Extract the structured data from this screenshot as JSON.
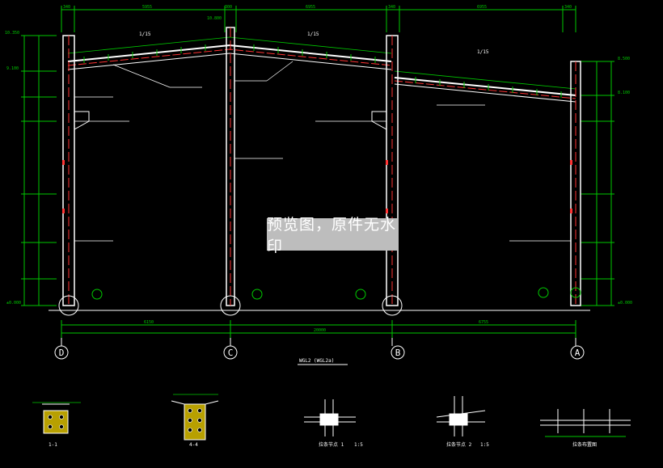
{
  "colors": {
    "background": "#000000",
    "frame": "#ffffff",
    "dimension": "#00c800",
    "axis_red": "#ff3333",
    "axis_circle": "#00cc00",
    "note": "#ffffff",
    "watermark_bg": "#bdbdbd"
  },
  "dimensions_top": [
    "340",
    "5955",
    "300",
    "6955",
    "340",
    "6955",
    "340"
  ],
  "dimensions_bottom": [
    "6150",
    "20000",
    "6755"
  ],
  "elevations": {
    "ridge": "10.800",
    "left_top": "10.350",
    "left_eave": "9.100",
    "right_top": "8.500",
    "right_eave": "8.100",
    "ground_left": "±0.000",
    "ground_right": "±0.000"
  },
  "slopes": [
    "1/15",
    "1/15",
    "1/15"
  ],
  "axes": [
    "D",
    "C",
    "B",
    "A"
  ],
  "main_title": "WGL2 (WGL2a)",
  "watermark": "预览图，原件无水印",
  "details": [
    {
      "label": "1-1"
    },
    {
      "label": "4-4"
    },
    {
      "label": "拉条节点 1",
      "scale": "1:5"
    },
    {
      "label": "拉条节点 2",
      "scale": "1:5"
    },
    {
      "label": "拉条布置图"
    }
  ]
}
